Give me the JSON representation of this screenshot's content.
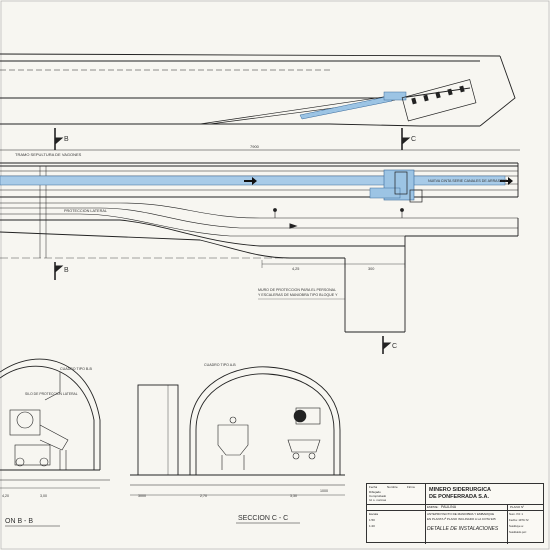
{
  "labels": {
    "sec_b_top": "B",
    "sec_c_top": "C",
    "sec_b_bottom": "B",
    "sec_c_bottom": "C",
    "tramo": "TRAMO SEPULTURA DE VAGONES",
    "dim_7900": "7900",
    "nueva_banda": "NUEVA CINTA SERIE CANALES DE ARRASTRE",
    "proteccion": "PROTECCION LATERAL",
    "dim_425": "4,25",
    "dim_300": "300",
    "muro_note_1": "MURO DE PROTECCION PARA EL PERSONAL",
    "muro_note_2": "Y ESCALERAS DE MANIOBRA TIPO BLOQUE Y",
    "cuadro_b": "CUADRO TIPO B-B",
    "cuadro_c": "CUADRO TIPO A-B",
    "tolva_label": "SILO DE PROTECCION LATERAL",
    "dim_420": "4,20",
    "dim_300b": "3,00",
    "dim_0": "0",
    "dim_3000": "3000",
    "dim_270": "2,70",
    "dim_330": "3,30",
    "dim_1000": "1000",
    "seccion_b": "ON B - B",
    "seccion_c": "SECCION C - C"
  },
  "title_block": {
    "company_1": "MINERO SIDERURGICA",
    "company_2": "DE PONFERRADA S.A.",
    "empresa_label": "EMPRE:",
    "empresa_value": "PAULINA",
    "plano_label": "PLANO Nº",
    "project_1": "ANTEPROYECTO DE MANIOBRA Y EMBARQUE",
    "project_2": "EN PLANTA Iª PLANO INCLINADO A LA COTA 925",
    "project_3": "DETALLE DE INSTALACIONES",
    "num_label": "Num. Pd: 1",
    "fecha_label": "Fecha: 1970-72",
    "sustituye": "Sustituye a:",
    "sustituido": "Sustituido por:",
    "col_1": "Fecha",
    "col_2": "Nombre",
    "col_3": "Firma",
    "row_1": "Dibujado",
    "row_2": "Comprobado",
    "row_3": "Id. s. normas",
    "escala_label": "Escala",
    "escala_1": "1:50",
    "escala_2": "1:20"
  }
}
